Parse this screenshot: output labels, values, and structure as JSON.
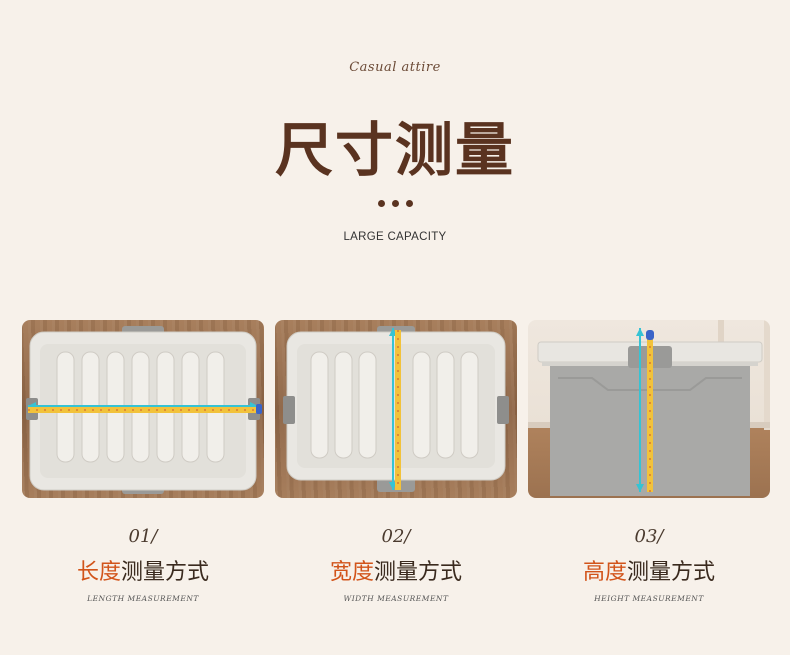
{
  "header": {
    "script_title": "Casual attire",
    "main_title": "尺寸测量",
    "subtitle": "LARGE CAPACITY"
  },
  "colors": {
    "background": "#f7f1ea",
    "title": "#5a3320",
    "highlight": "#d2541a",
    "box_lid": "#e8e6e1",
    "box_body": "#a9a9a7",
    "tape": "#f2c23a",
    "arrow": "#36c3d4"
  },
  "methods": [
    {
      "number": "01/",
      "highlight": "长度",
      "rest": "测量方式",
      "english": "LENGTH MEASUREMENT"
    },
    {
      "number": "02/",
      "highlight": "宽度",
      "rest": "测量方式",
      "english": "WIDTH MEASUREMENT"
    },
    {
      "number": "03/",
      "highlight": "高度",
      "rest": "测量方式",
      "english": "HEIGHT MEASUREMENT"
    }
  ]
}
